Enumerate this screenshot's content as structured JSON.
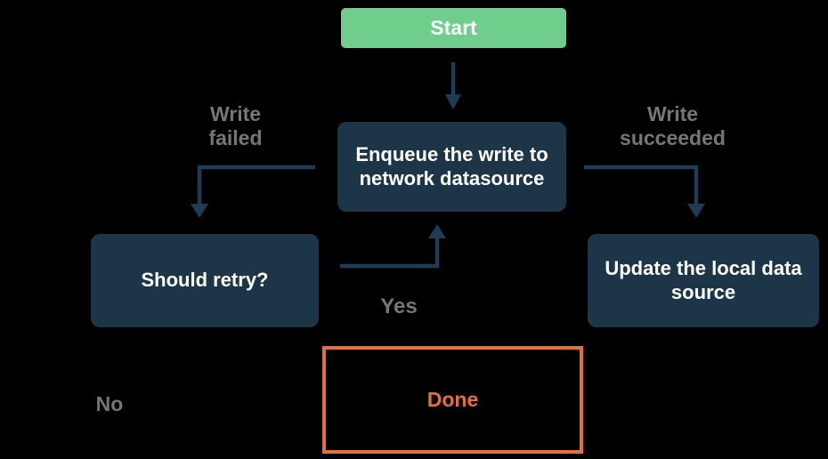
{
  "flowchart": {
    "nodes": {
      "start": {
        "label": "Start"
      },
      "enqueue": {
        "label": "Enqueue the write to\nnetwork datasource"
      },
      "should_retry": {
        "label": "Should retry?"
      },
      "update_local": {
        "label": "Update the local data\nsource"
      },
      "done": {
        "label": "Done"
      }
    },
    "edge_labels": {
      "write_failed": "Write\nfailed",
      "write_succeeded": "Write\nsucceeded",
      "yes": "Yes",
      "no": "No"
    },
    "colors": {
      "background": "#000000",
      "start_fill": "#6FCE8B",
      "node_fill": "#1C3647",
      "node_text": "#FFFFFF",
      "arrow": "#1E3C55",
      "edge_label": "#767676",
      "done_accent": "#E2703D"
    }
  }
}
